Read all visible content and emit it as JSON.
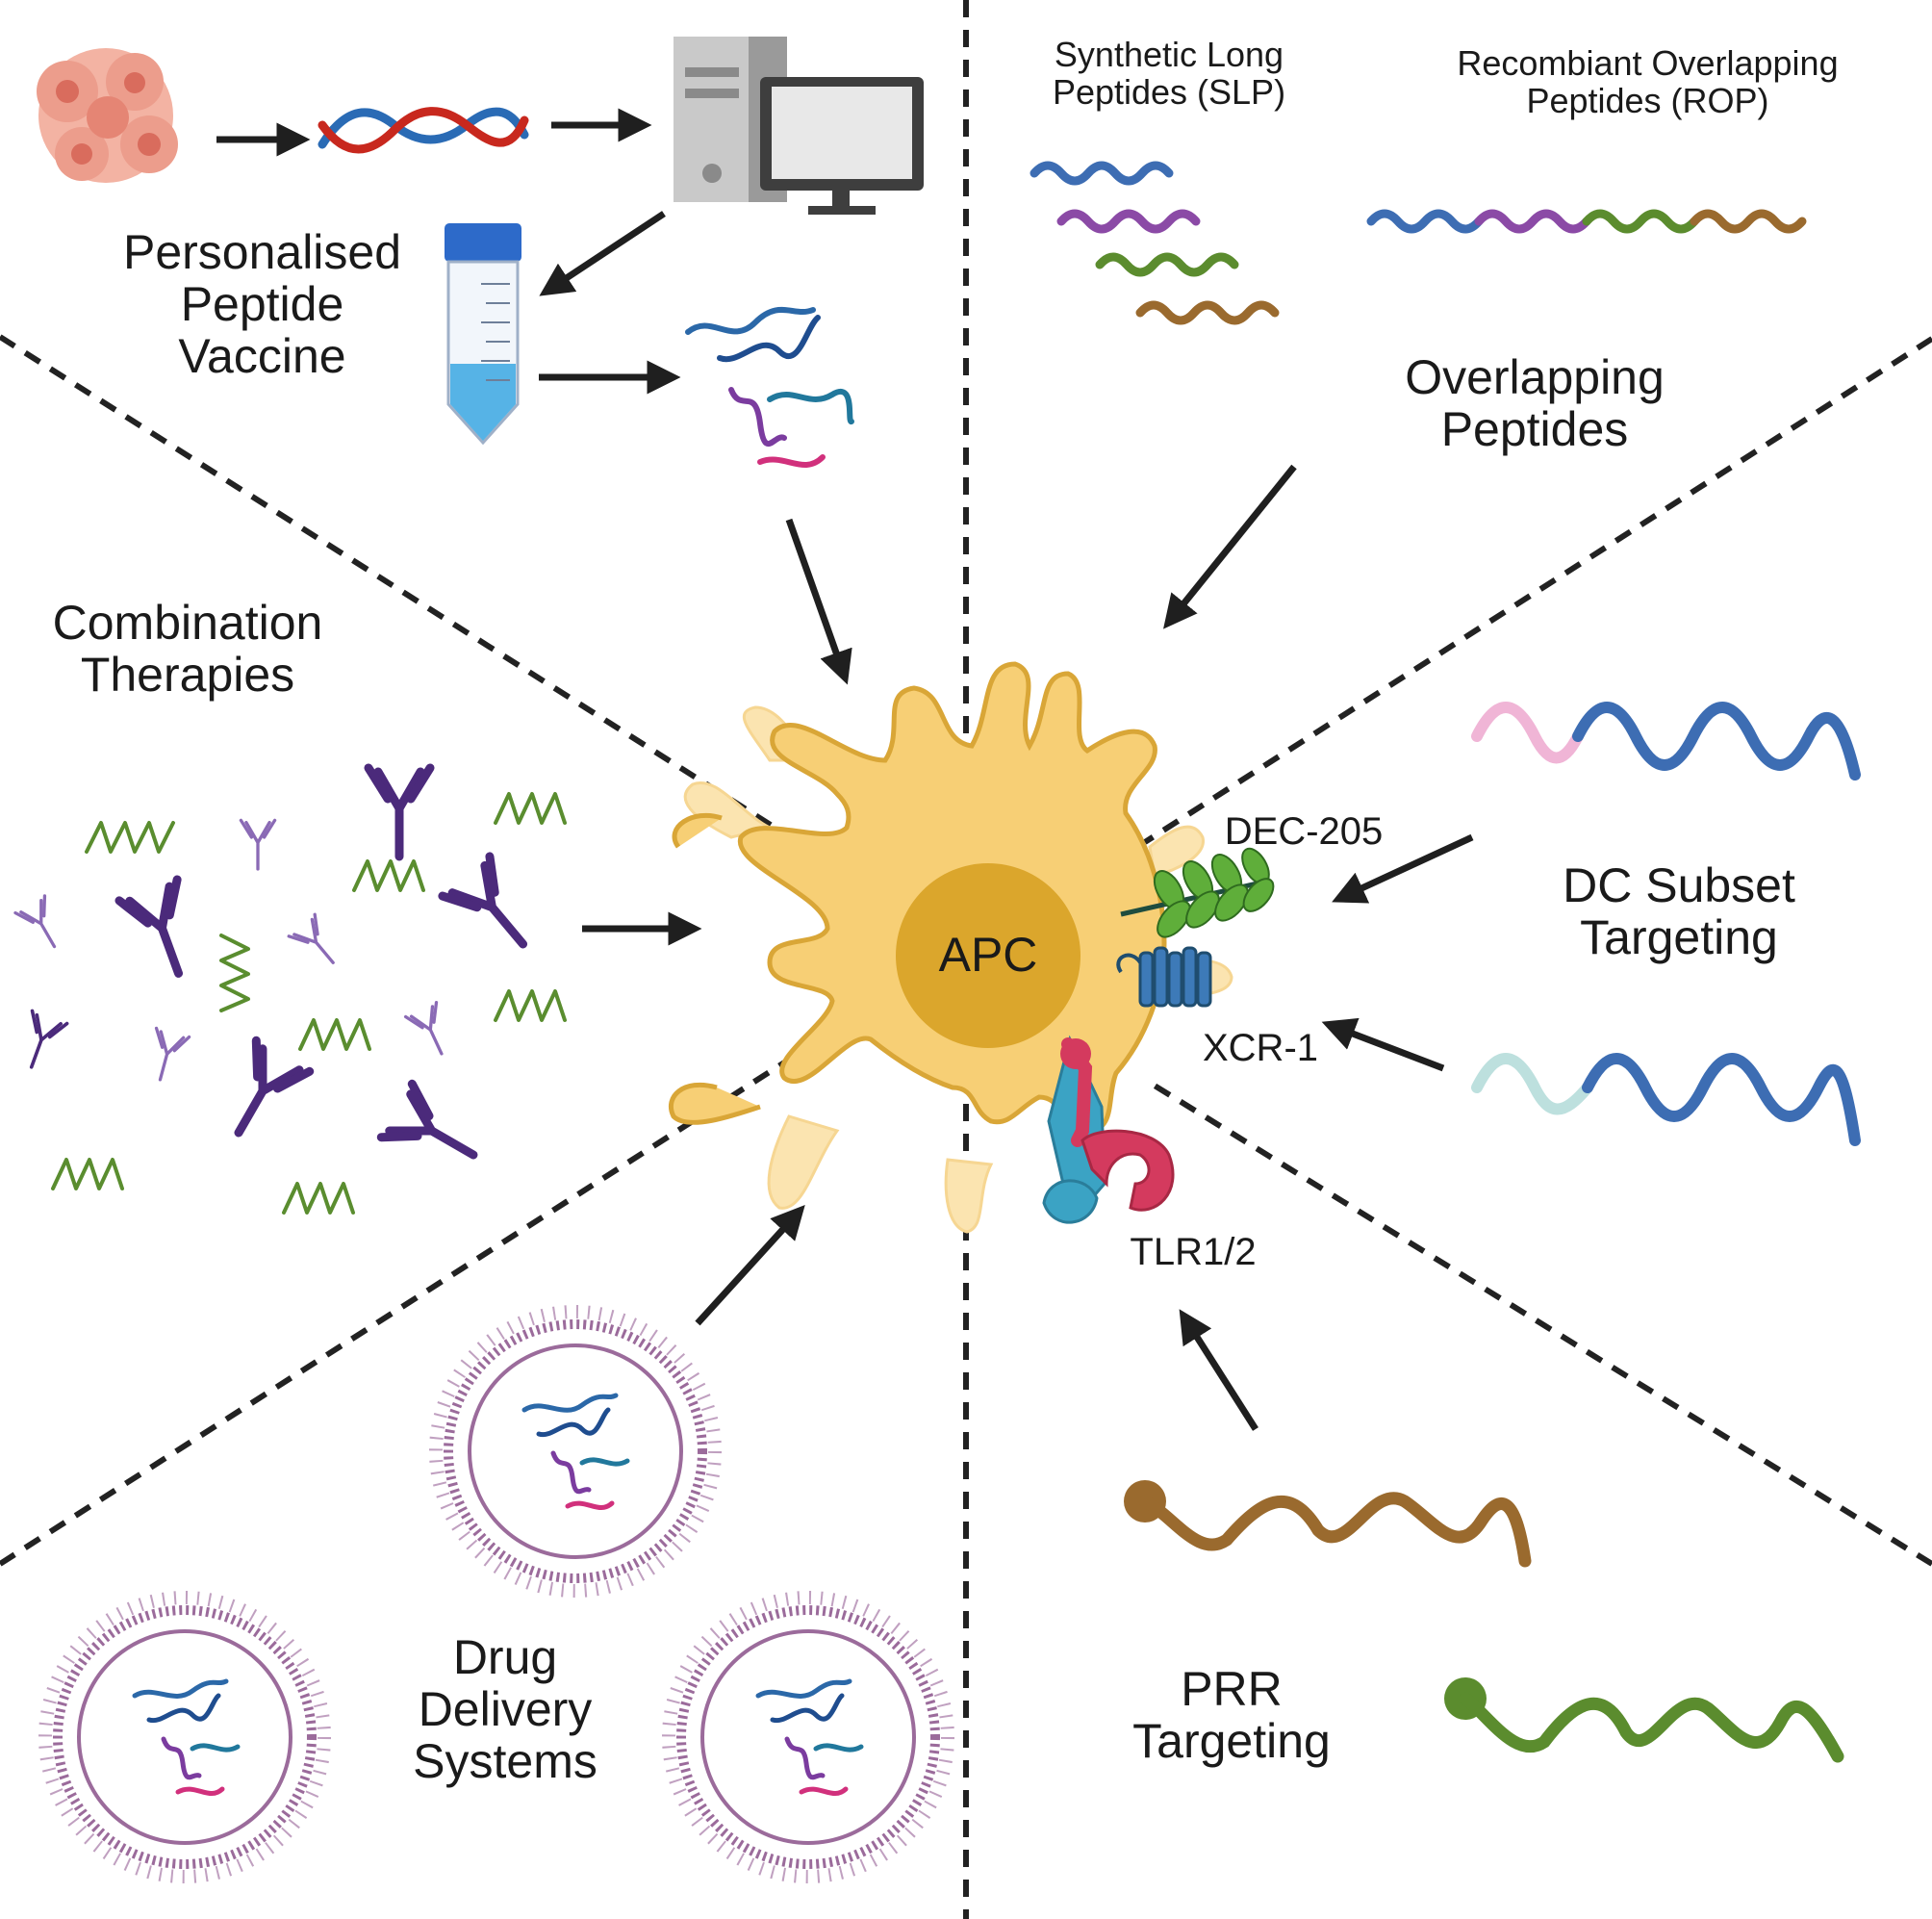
{
  "sections": {
    "personalised": {
      "line1": "Personalised",
      "line2": "Peptide",
      "line3": "Vaccine"
    },
    "overlapping": {
      "title_line1": "Overlapping",
      "title_line2": "Peptides",
      "slp_line1": "Synthetic Long",
      "slp_line2": "Peptides (SLP)",
      "rop_line1": "Recombiant Overlapping",
      "rop_line2": "Peptides (ROP)"
    },
    "combination": {
      "line1": "Combination",
      "line2": "Therapies"
    },
    "dc_subset": {
      "line1": "DC Subset",
      "line2": "Targeting"
    },
    "drug_delivery": {
      "line1": "Drug",
      "line2": "Delivery",
      "line3": "Systems"
    },
    "prr": {
      "line1": "PRR",
      "line2": "Targeting"
    }
  },
  "cell": {
    "label": "APC"
  },
  "receptors": {
    "dec205": "DEC-205",
    "xcr1": "XCR-1",
    "tlr": "TLR1/2"
  },
  "colors": {
    "cell_fill": "#f7cf75",
    "cell_outline": "#d9a637",
    "nucleus": "#dba62c",
    "peptide_blue": "#3d6db3",
    "peptide_purple": "#8b4aa6",
    "peptide_green": "#5b8c2e",
    "peptide_brown": "#9a6a2e",
    "antibody_dark": "#4b2a7b",
    "antibody_light": "#8a6ab5",
    "helix_green": "#5a8d2f",
    "liposome": "#9b6b9b"
  }
}
